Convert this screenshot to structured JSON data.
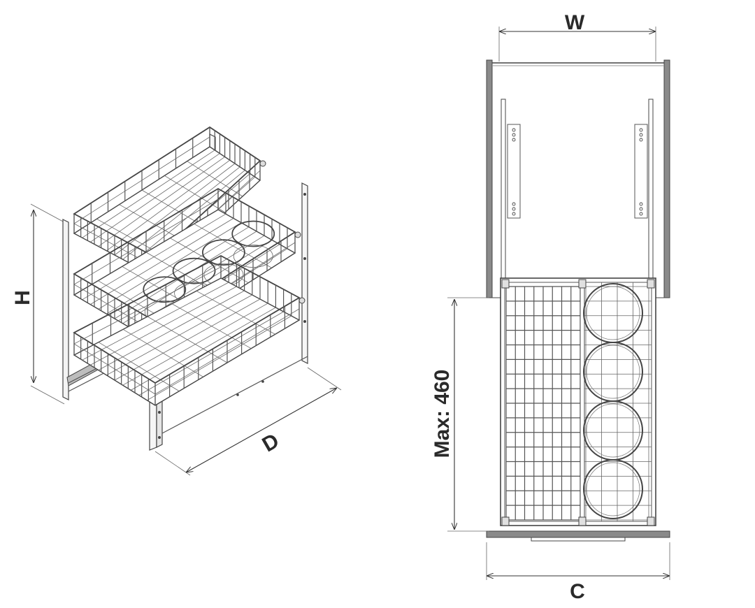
{
  "iso_view": {
    "label_height": "H",
    "label_depth": "D"
  },
  "top_view": {
    "label_width": "W",
    "label_cabinet": "C",
    "label_extension": "Max: 460"
  },
  "colors": {
    "line": "#333333",
    "panel": "#8a8a8a",
    "background": "#ffffff"
  }
}
